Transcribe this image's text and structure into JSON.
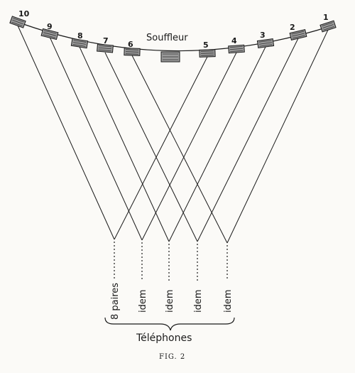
{
  "microphones": [
    "1",
    "2",
    "3",
    "4",
    "5",
    "6",
    "7",
    "8",
    "9",
    "10"
  ],
  "souffleur_label": "Souffleur",
  "receivers": [
    {
      "label": "8 paires"
    },
    {
      "label": "idem"
    },
    {
      "label": "idem"
    },
    {
      "label": "idem"
    },
    {
      "label": "idem"
    }
  ],
  "group_label": "Téléphones",
  "caption": "FIG. 2"
}
